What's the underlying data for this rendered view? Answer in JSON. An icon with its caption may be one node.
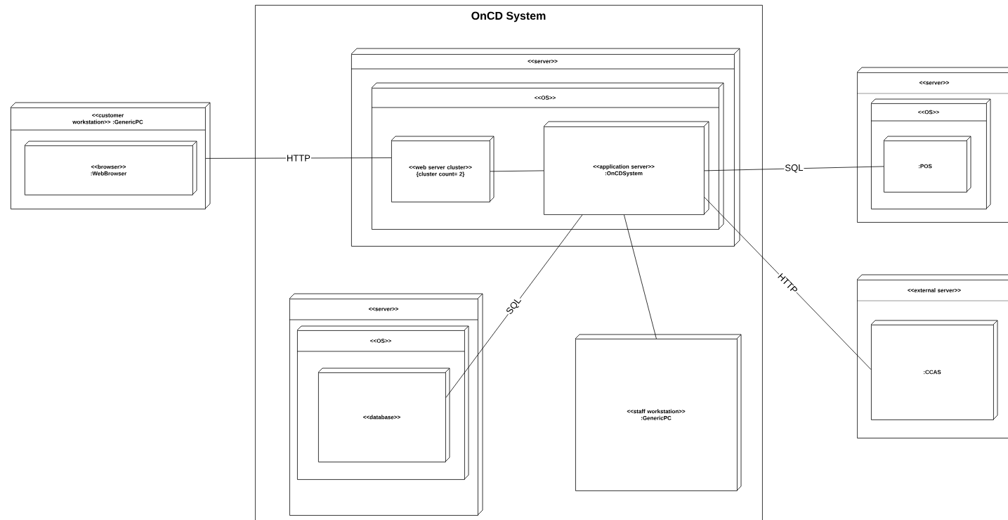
{
  "diagram": {
    "nodes": [
      {
        "text": [
          "OnCD System"
        ]
      },
      {
        "text": [
          "<<customer workstation>> :GenericPC"
        ]
      },
      {
        "text": [
          "<<browser>> :WebBrowser"
        ],
        "in": 1
      },
      {
        "text": [
          "<<server>>"
        ],
        "in": 0
      },
      {
        "text": [
          "<<OS>>"
        ],
        "in": 3
      },
      {
        "text": [
          "<<web server cluster>> {cluster count= 2}"
        ],
        "in": 4
      },
      {
        "text": [
          "<<application server>> :OnCDSystem"
        ],
        "in": 4
      },
      {
        "text": [
          "<<server>>"
        ],
        "in": 0
      },
      {
        "text": [
          "<<OS>>"
        ],
        "in": 7
      },
      {
        "text": [
          "<<database>>"
        ],
        "in": 8
      },
      {
        "text": [
          "<<staff workstation>> :GenericPC"
        ],
        "in": 0
      },
      {
        "text": [
          "<<server>>"
        ]
      },
      {
        "text": [
          "<<OS>>"
        ],
        "in": 11
      },
      {
        "text": [
          ":POS"
        ],
        "in": 12
      },
      {
        "text": [
          "<<external server>>"
        ]
      },
      {
        "text": [
          ":CCAS"
        ],
        "in": 14
      }
    ],
    "edges": [
      {
        "from": 1,
        "to": 5,
        "arrow": "none",
        "label": "HTTP"
      },
      {
        "from": 5,
        "to": 6,
        "arrow": "none"
      },
      {
        "from": 6,
        "to": 13,
        "arrow": "none",
        "label": "SQL"
      },
      {
        "from": 6,
        "to": 9,
        "arrow": "none",
        "label": "SQL"
      },
      {
        "from": 6,
        "to": 10,
        "arrow": "none"
      },
      {
        "from": 6,
        "to": 15,
        "arrow": "none",
        "label": "HTTP"
      }
    ]
  }
}
